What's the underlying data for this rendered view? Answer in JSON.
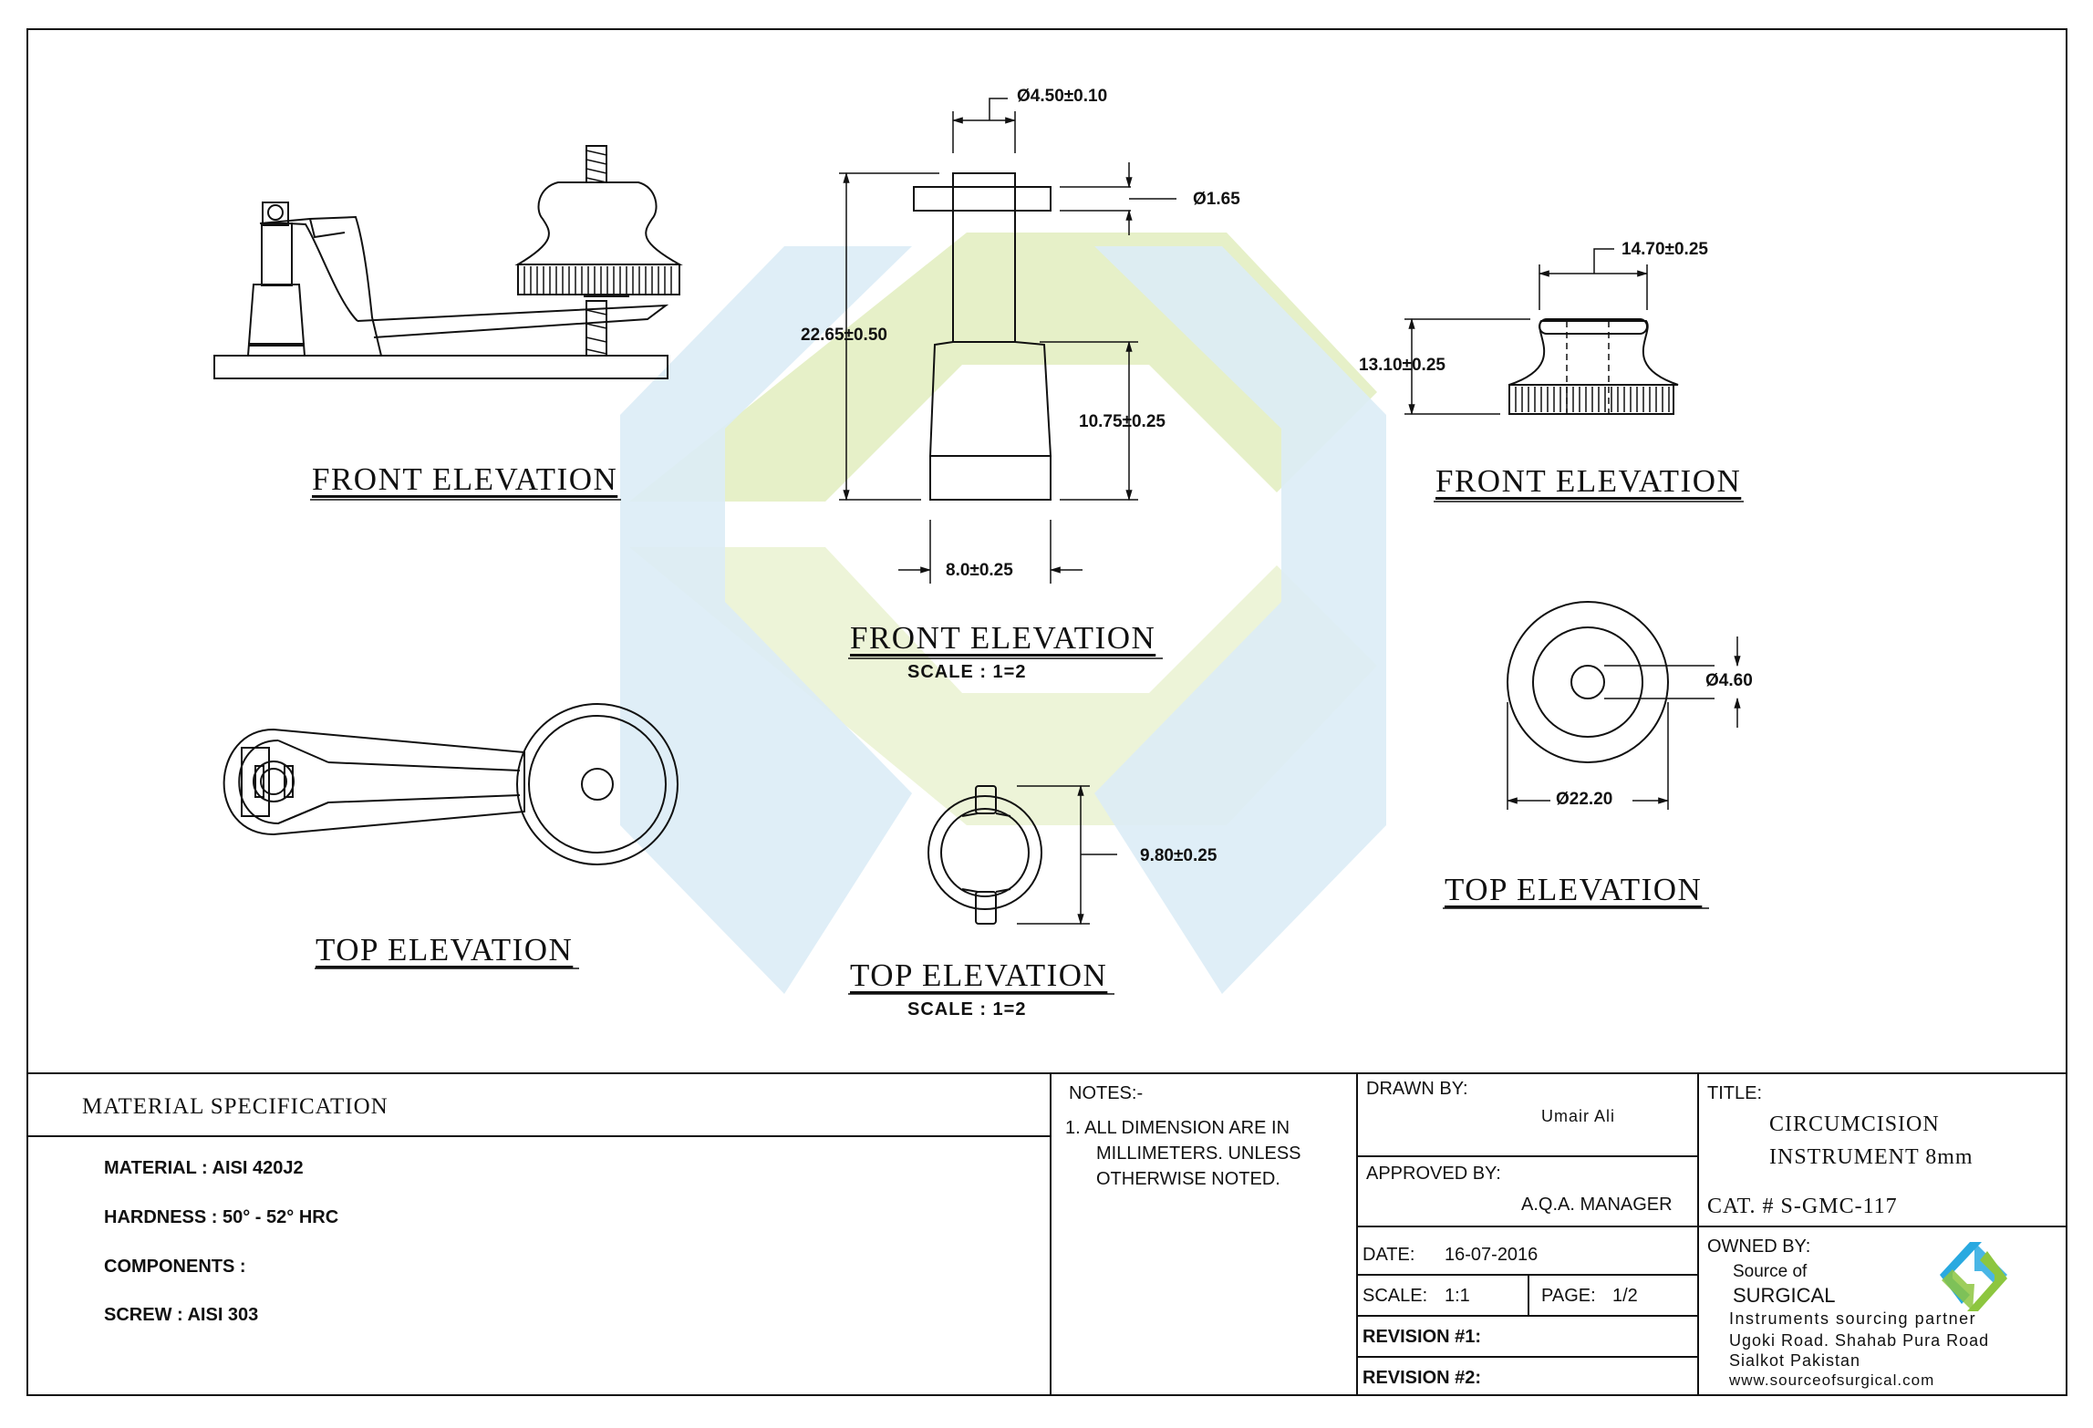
{
  "drawing": {
    "left_views": {
      "front_title": "FRONT ELEVATION",
      "top_title": "TOP ELEVATION"
    },
    "center_views": {
      "front_title": "FRONT ELEVATION",
      "front_scale": "SCALE : 1=2",
      "top_title": "TOP ELEVATION",
      "top_scale": "SCALE : 1=2",
      "dims": {
        "pin_diameter": "Ø4.50±0.10",
        "cross_pin_diameter": "Ø1.65",
        "overall_height": "22.65±0.50",
        "body_height": "10.75±0.25",
        "base_width": "8.0±0.25",
        "top_width": "9.80±0.25"
      }
    },
    "right_views": {
      "front_title": "FRONT ELEVATION",
      "top_title": "TOP ELEVATION",
      "dims": {
        "knob_width": "14.70±0.25",
        "knob_height": "13.10±0.25",
        "bore_diameter": "Ø4.60",
        "outer_diameter": "Ø22.20"
      }
    }
  },
  "title_block": {
    "material_spec": {
      "heading": "MATERIAL SPECIFICATION",
      "material": "MATERIAL : AISI 420J2",
      "hardness": "HARDNESS : 50° - 52° HRC",
      "components": "COMPONENTS :",
      "screw": "SCREW : AISI 303"
    },
    "notes": {
      "heading": "NOTES:-",
      "line1": "1. ALL DIMENSION ARE IN",
      "line2": "MILLIMETERS. UNLESS",
      "line3": "OTHERWISE NOTED."
    },
    "drawn_by_label": "DRAWN BY:",
    "drawn_by_value": "Umair Ali",
    "approved_by_label": "APPROVED BY:",
    "approved_by_value": "A.Q.A. MANAGER",
    "date_label": "DATE:",
    "date_value": "16-07-2016",
    "scale_label": "SCALE:",
    "scale_value": "1:1",
    "page_label": "PAGE:",
    "page_value": "1/2",
    "revision1_label": "REVISION #1:",
    "revision2_label": "REVISION #2:",
    "title_label": "TITLE:",
    "title_line1": "CIRCUMCISION",
    "title_line2": "INSTRUMENT 8mm",
    "cat_no": "CAT. # S-GMC-117",
    "owned_by_label": "OWNED BY:",
    "owner_line1": "Source of",
    "owner_line2": "SURGICAL",
    "owner_tagline": "Instruments sourcing partner",
    "owner_address1": "Ugoki Road. Shahab Pura Road",
    "owner_address2": "Sialkot Pakistan",
    "owner_web": "www.sourceofsurgical.com"
  },
  "colors": {
    "line": "#111111",
    "watermark_green": "#e4efc4",
    "watermark_blue": "#dcecf6",
    "logo_green": "#8dc63f",
    "logo_blue": "#29a9e0"
  },
  "icons": {
    "watermark": "source-of-surgical-watermark",
    "logo": "source-of-surgical-logo"
  }
}
